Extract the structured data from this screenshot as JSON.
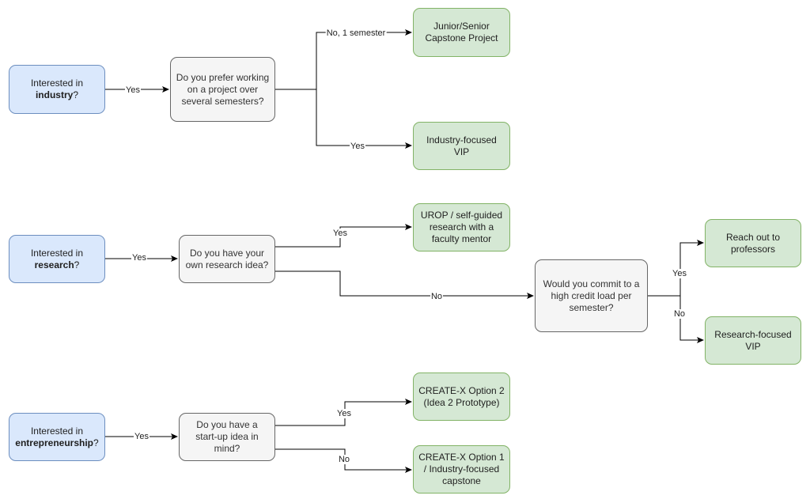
{
  "nodes": {
    "industry_start": {
      "pre": "Interested in",
      "bold": "industry",
      "post": "?"
    },
    "industry_q": "Do you prefer working on a project over several semesters?",
    "capstone": "Junior/Senior Capstone Project",
    "industry_vip": "Industry-focused VIP",
    "research_start": {
      "pre": "Interested in",
      "bold": "research",
      "post": "?"
    },
    "research_q": "Do you have your own research idea?",
    "urop": "UROP / self-guided research with a faculty mentor",
    "credit_q": "Would you commit to a high credit load per semester?",
    "reach_out": "Reach out to professors",
    "research_vip": "Research-focused VIP",
    "entre_start": {
      "pre": "Interested in",
      "bold": "entrepreneurship",
      "post": "?"
    },
    "startup_q": "Do you have a start-up idea in mind?",
    "createx2": "CREATE-X Option 2 (Idea 2 Prototype)",
    "createx1": "CREATE-X Option 1 / Industry-focused capstone"
  },
  "edges": {
    "industry_yes": "Yes",
    "no_one_semester": "No, 1 semester",
    "several_yes": "Yes",
    "research_yes": "Yes",
    "idea_yes": "Yes",
    "idea_no": "No",
    "credit_yes": "Yes",
    "credit_no": "No",
    "entre_yes": "Yes",
    "startup_yes": "Yes",
    "startup_no": "No"
  },
  "colors": {
    "start_fill": "#dae8fc",
    "start_stroke": "#6c8ebf",
    "question_fill": "#f5f5f5",
    "question_stroke": "#666666",
    "outcome_fill": "#d5e8d4",
    "outcome_stroke": "#82b366",
    "edge": "#000000"
  }
}
